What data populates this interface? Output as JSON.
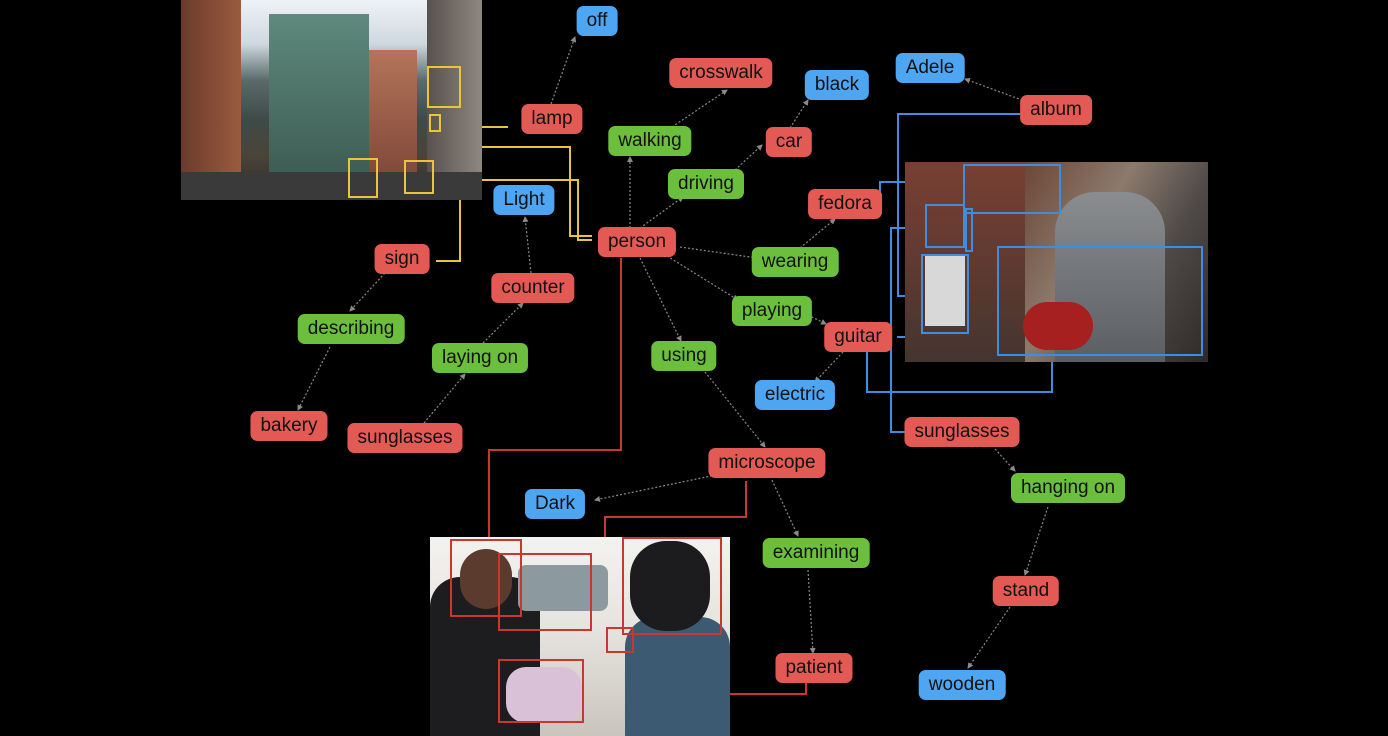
{
  "colors": {
    "object": "#e35a55",
    "relation": "#6cbf3c",
    "attribute": "#4ea6f3",
    "street_link": "#e8c53a",
    "guitar_link": "#3d8ee0",
    "dentist_link": "#c9382f",
    "edge": "#8a8a8a"
  },
  "images": {
    "street": {
      "description_icon": "street-scene-photo"
    },
    "guitarist": {
      "description_icon": "guitarist-photo"
    },
    "dentist": {
      "description_icon": "dentist-microscope-photo"
    }
  },
  "nodes": {
    "off": "off",
    "lamp": "lamp",
    "crosswalk": "crosswalk",
    "walking": "walking",
    "black": "black",
    "car": "car",
    "driving": "driving",
    "adele": "Adele",
    "album": "album",
    "fedora": "fedora",
    "light": "Light",
    "person": "person",
    "wearing": "wearing",
    "sign": "sign",
    "counter": "counter",
    "playing": "playing",
    "describing": "describing",
    "guitar": "guitar",
    "laying_on": "laying on",
    "using": "using",
    "electric": "electric",
    "bakery": "bakery",
    "sunglasses_left": "sunglasses",
    "sunglasses_right": "sunglasses",
    "microscope": "microscope",
    "hanging_on": "hanging on",
    "dark": "Dark",
    "examining": "examining",
    "stand": "stand",
    "patient": "patient",
    "wooden": "wooden"
  }
}
